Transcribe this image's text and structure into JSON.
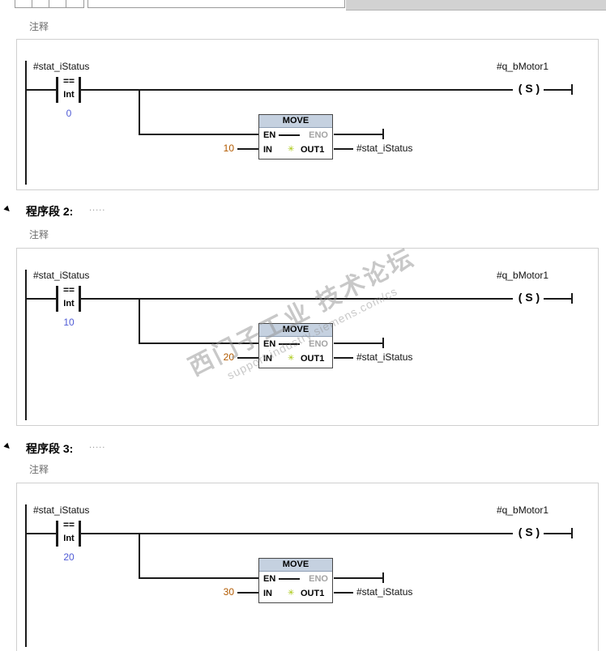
{
  "icons": {
    "sparkle": "✳",
    "expand_arrow": "▶"
  },
  "watermark": {
    "line1": "西门子工业 技术论坛",
    "line2": "support.industry.siemens.com/cs"
  },
  "networks": [
    {
      "comment": "注释",
      "contact_tag": "#stat_iStatus",
      "compare_op": "==",
      "compare_type": "Int",
      "compare_value": "0",
      "move_title": "MOVE",
      "en": "EN",
      "eno": "ENO",
      "in_label": "IN",
      "in_value": "10",
      "out_label": "OUT1",
      "out_value": "#stat_iStatus",
      "coil_tag": "#q_bMotor1",
      "coil_symbol": "( S )"
    },
    {
      "header_title": "程序段 2:",
      "header_dots": ".....",
      "comment": "注释",
      "contact_tag": "#stat_iStatus",
      "compare_op": "==",
      "compare_type": "Int",
      "compare_value": "10",
      "move_title": "MOVE",
      "en": "EN",
      "eno": "ENO",
      "in_label": "IN",
      "in_value": "20",
      "out_label": "OUT1",
      "out_value": "#stat_iStatus",
      "coil_tag": "#q_bMotor1",
      "coil_symbol": "( S )"
    },
    {
      "header_title": "程序段 3:",
      "header_dots": ".....",
      "comment": "注释",
      "contact_tag": "#stat_iStatus",
      "compare_op": "==",
      "compare_type": "Int",
      "compare_value": "20",
      "move_title": "MOVE",
      "en": "EN",
      "eno": "ENO",
      "in_label": "IN",
      "in_value": "30",
      "out_label": "OUT1",
      "out_value": "#stat_iStatus",
      "coil_tag": "#q_bMotor1",
      "coil_symbol": "( S )"
    }
  ]
}
